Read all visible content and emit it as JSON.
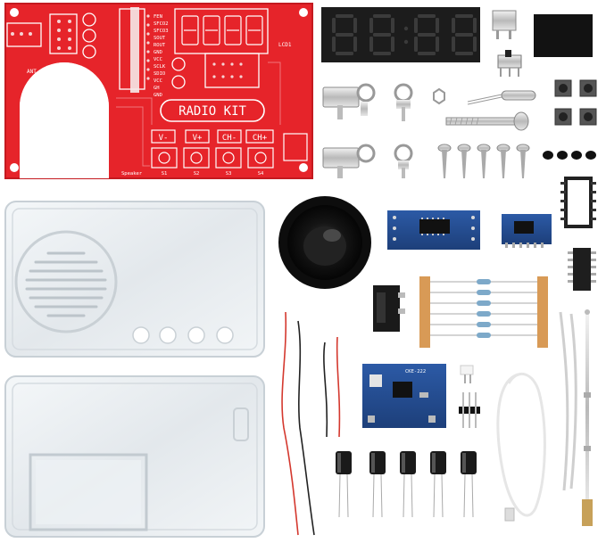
{
  "pcb": {
    "title": "RADIO KIT",
    "buttons": [
      "V-",
      "V+",
      "CH-",
      "CH+"
    ],
    "switch_labels": [
      "S1",
      "S2",
      "S3",
      "S4"
    ],
    "speaker_label": "Speaker",
    "antenna_label": "ANT",
    "lcd_label": "LCD1",
    "pin_labels": [
      "FEN",
      "SFCO2",
      "SFCO3",
      "SOUT",
      "ROUT",
      "GND",
      "VCC",
      "SCLK",
      "SDIO",
      "VCC",
      "GH",
      "GND"
    ]
  },
  "display": {
    "digits": "8888"
  },
  "modules": {
    "radio_module_label": "CKE-222"
  }
}
